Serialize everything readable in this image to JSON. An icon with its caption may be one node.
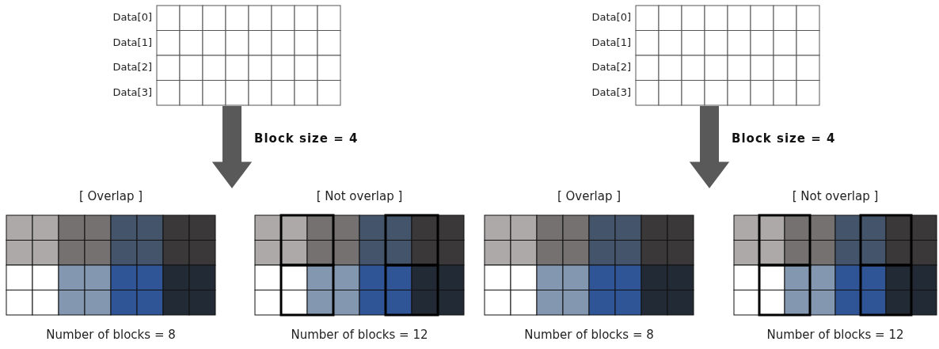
{
  "diagram": {
    "nodes": [
      {
        "text": [],
        "shape": "grid",
        "beside": [
          "Data[0]",
          "Data[1]",
          "Data[2]",
          "Data[3]"
        ]
      },
      {
        "text": [
          "[ Overlap ]"
        ],
        "beside": [
          "Number of blocks = 8"
        ]
      },
      {
        "text": [
          "[ Not overlap ]"
        ],
        "beside": [
          "Number of blocks = 12"
        ]
      },
      {
        "text": [],
        "shape": "grid",
        "beside": [
          "Data[0]",
          "Data[1]",
          "Data[2]",
          "Data[3]"
        ]
      },
      {
        "text": [
          "[ Overlap ]"
        ],
        "beside": [
          "Number of blocks = 8"
        ]
      },
      {
        "text": [
          "[ Not overlap ]"
        ],
        "beside": [
          "Number of blocks = 12"
        ]
      }
    ],
    "edges": [
      {
        "from": 0,
        "to": 1,
        "arrow": "to",
        "label": "Block size = 4"
      },
      {
        "from": 0,
        "to": 2,
        "arrow": "to"
      },
      {
        "from": 3,
        "to": 4,
        "arrow": "to",
        "label": "Block size = 4"
      },
      {
        "from": 3,
        "to": 5,
        "arrow": "to"
      }
    ]
  }
}
